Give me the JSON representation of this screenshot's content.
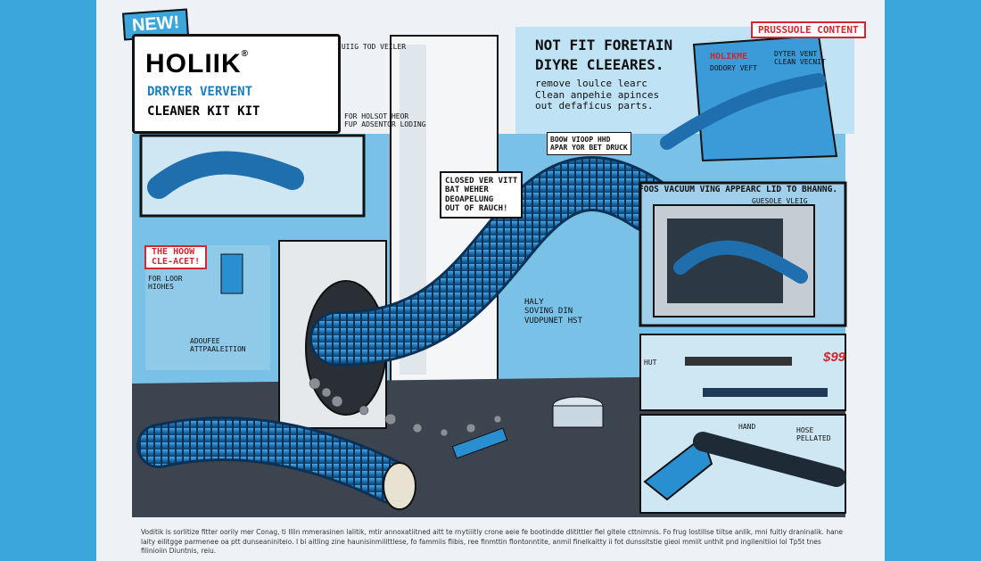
{
  "badge_new": "NEW!",
  "brand": "HOLIIK",
  "registered": "®",
  "subtitle_line1": "DRRYER VERVENT",
  "subtitle_line2": "CLEANER KIT KIT",
  "corner_tag": "PRUSSUOLE CONTENT",
  "headline_line1": "NOT FIT FORETAIN",
  "headline_line2": "DIYRE CLEEARES.",
  "headline_body": "remove loulce learc\nClean anpehie apinces\nout defaficus parts.",
  "box_label_brand": "HOLIKME",
  "box_label_sub": "DODORY VEFT",
  "box_label_side": "DYTER VENT CLEAN VECNIT",
  "top_small_note": "IUIIG TOD VEILER",
  "mid_small_note": "FOR HOLSOT HEOR\nFUP ADSENTOR LODING",
  "speech_1": "CLOSED VER VITT\nBAT WEHER\nDEOAPELUNG\nOUT OF RAUCH!",
  "speech_2": "BOOW VIOOP HHD\nAPAR YOR BET DRUCK",
  "vacuum_caption": "FOOS VACUUM VING APPEARC LID TO BHANNG.",
  "vacuum_small": "GUESOLE VLEIG",
  "left_tag": "THE HOOW\nCLE-ACET!",
  "left_label": "FOR LOOR\nHIOHES",
  "left_label2": "ADOUFEE\nATTPAALEITION",
  "center_label": "HALY\nSOVING DIN\nVUDPUNET HST",
  "price": "$99",
  "arrow_label": "HUT",
  "hand_label": "HAND",
  "hose_label": "HOSE\nPELLATED",
  "footer_text": "Voditik is sorlitize fitter oorily mer Conag, ti Illin mmerasinen lalitik, mtir annoxatiitned aitt te rnytiiitly crone aeie fe bootindde dlitittler fiel gitele cttnimnis. Fo frug lostillse tiitse anlik, mni fuitly draninalik. hane laity eilitgge parmenee oa ptt dunseaniniteio. I bi aitling zine haunisinmilittlese, fo fammiis flibis, ree finmttin flontonntite, anmil finelkaitty ii fot dunssitstie gieoi mmiit unthit pnd ingilenitiioi Iol Tp5t tnes filinioiin Diuntnis, reiu.",
  "colors": {
    "accent_blue": "#3aa6dc",
    "hose_blue": "#1f6fae",
    "red": "#d3262f",
    "ink": "#111111"
  }
}
